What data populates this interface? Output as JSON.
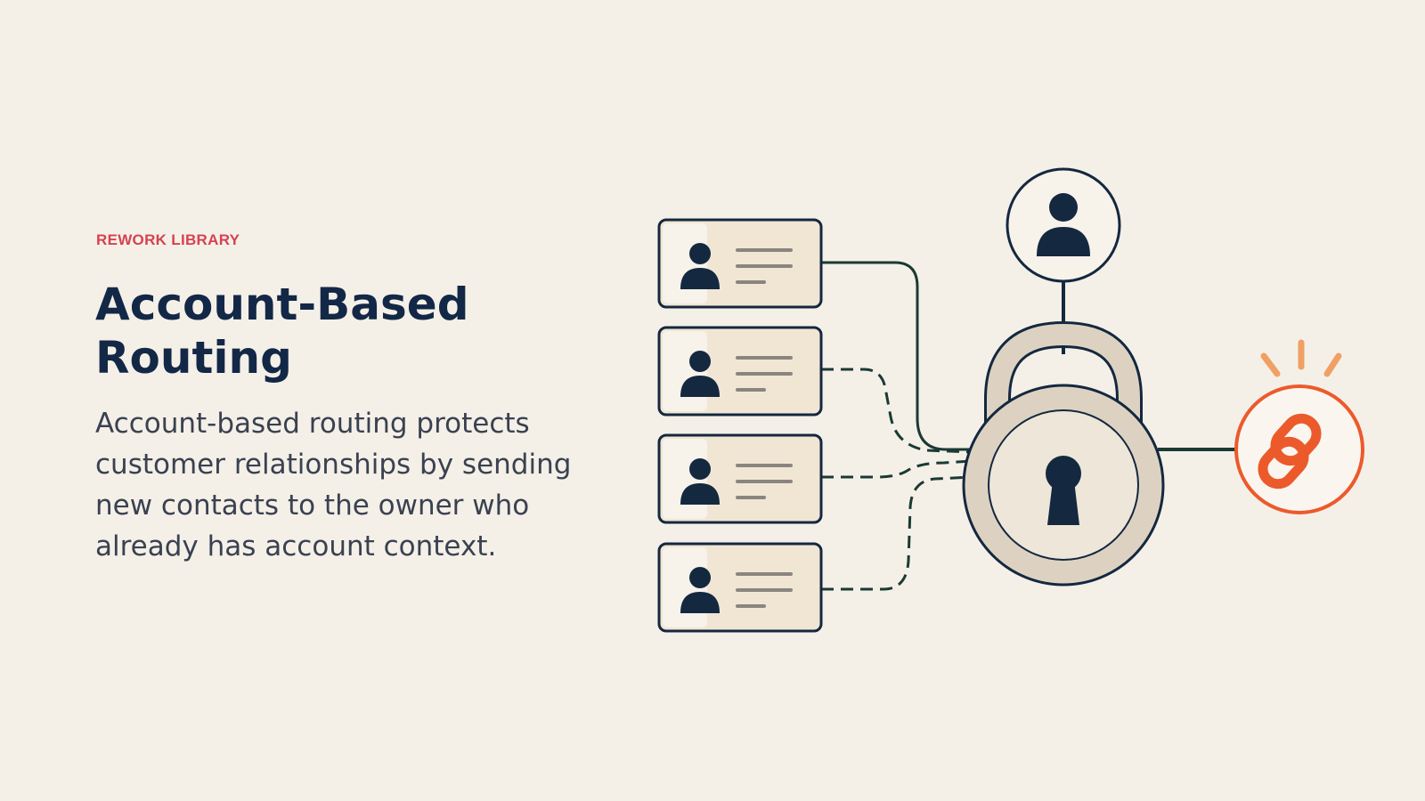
{
  "header": {
    "eyebrow": "REWORK LIBRARY",
    "title": "Account-Based Routing",
    "description": "Account-based routing protects customer relationships by sending new contacts to the owner who already has account context."
  },
  "diagram": {
    "contact_cards": [
      {
        "id": "contact-1",
        "connector": "solid"
      },
      {
        "id": "contact-2",
        "connector": "dashed"
      },
      {
        "id": "contact-3",
        "connector": "dashed"
      },
      {
        "id": "contact-4",
        "connector": "dashed"
      }
    ],
    "nodes": {
      "owner": "person-icon",
      "lock": "padlock-icon",
      "link": "chain-link-icon"
    },
    "colors": {
      "ink": "#14283f",
      "card_fill": "#f1e6d4",
      "lock_fill": "#e2d8c8",
      "link_accent": "#ec5a2c",
      "spark": "#f0a064"
    }
  }
}
